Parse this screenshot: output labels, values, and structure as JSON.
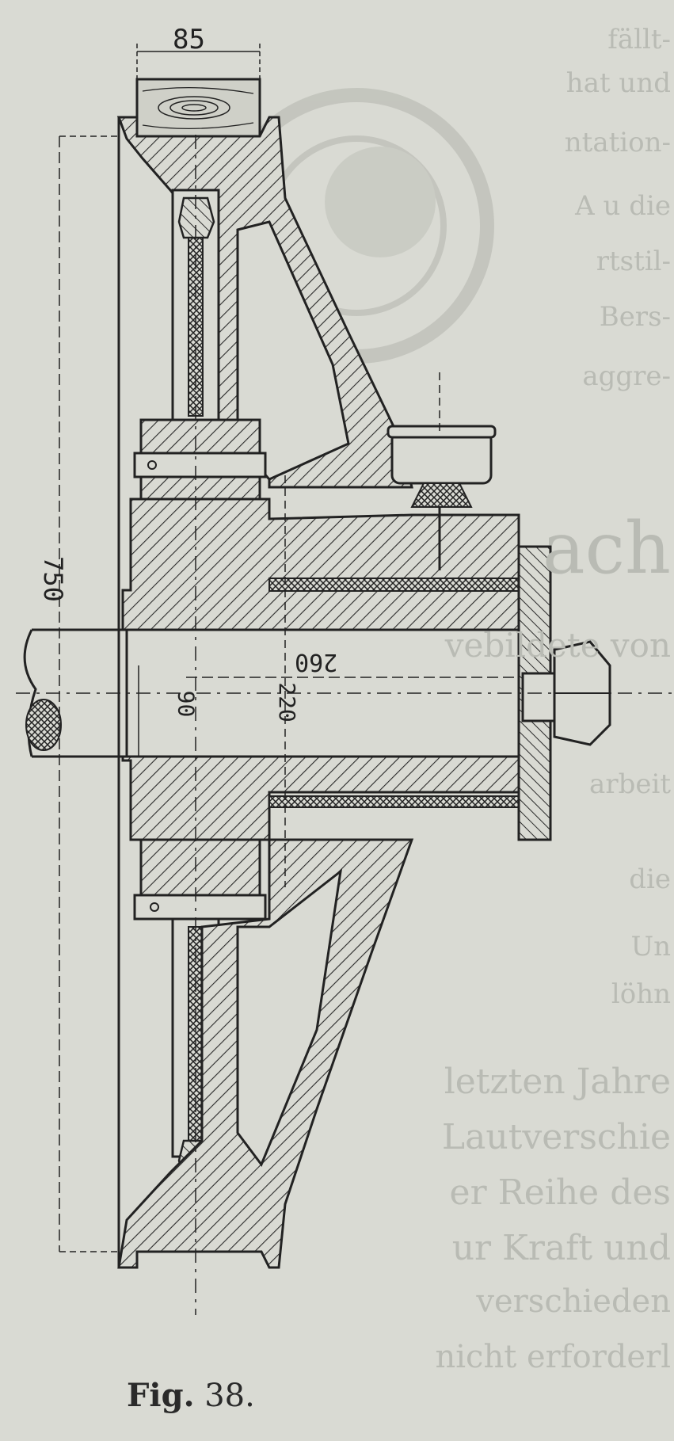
{
  "figure": {
    "caption_label": "Fig.",
    "caption_number": "38.",
    "dimensions": {
      "rim_width": "85",
      "outer_diameter": "750",
      "hub_bore": "260",
      "shaft": "90",
      "hub": "220"
    }
  },
  "bleed_through_text": [
    "fällt-",
    "hat und",
    "ntation-",
    "A u die",
    "rtstil-",
    "Bers-",
    "aggre-",
    "ach",
    "vebildete von",
    "arbeit",
    "die",
    "Un",
    "löhn",
    "letzten Jahre",
    "Lautverschie",
    "er Reihe des",
    "ur Kraft und",
    "verschieden",
    "nicht erforderl"
  ],
  "colors": {
    "paper": "#d9dad3",
    "ink": "#222222",
    "bleed": "#b9bbb4"
  }
}
